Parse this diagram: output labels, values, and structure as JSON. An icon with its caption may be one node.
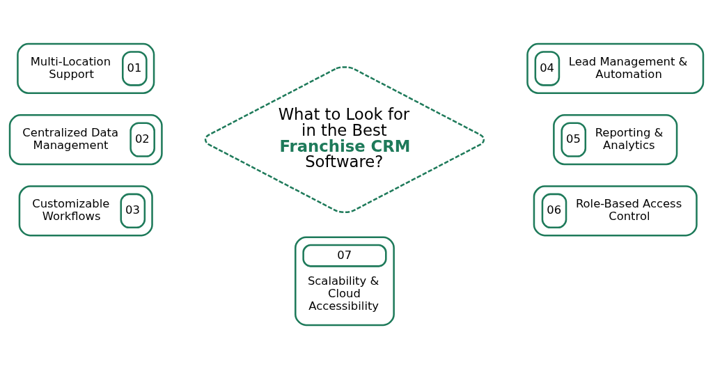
{
  "diagram": {
    "nodes": [
      {
        "text": [
          "What to Look for in the Best **Franchise CRM Software?**"
        ]
      },
      {
        "text": [
          "Multi-Location Support",
          "01"
        ]
      },
      {
        "text": [
          "Centralized Data Management",
          "02"
        ]
      },
      {
        "text": [
          "Customizable Workflows",
          "03"
        ]
      },
      {
        "text": [
          "04",
          "Lead Management & Automation"
        ]
      },
      {
        "text": [
          "05",
          "Reporting & Analytics"
        ]
      },
      {
        "text": [
          "06",
          "Role-Based Access Control"
        ]
      },
      {
        "text": [
          "07",
          "Scalability & Cloud Accessibility"
        ]
      }
    ],
    "edges": []
  }
}
